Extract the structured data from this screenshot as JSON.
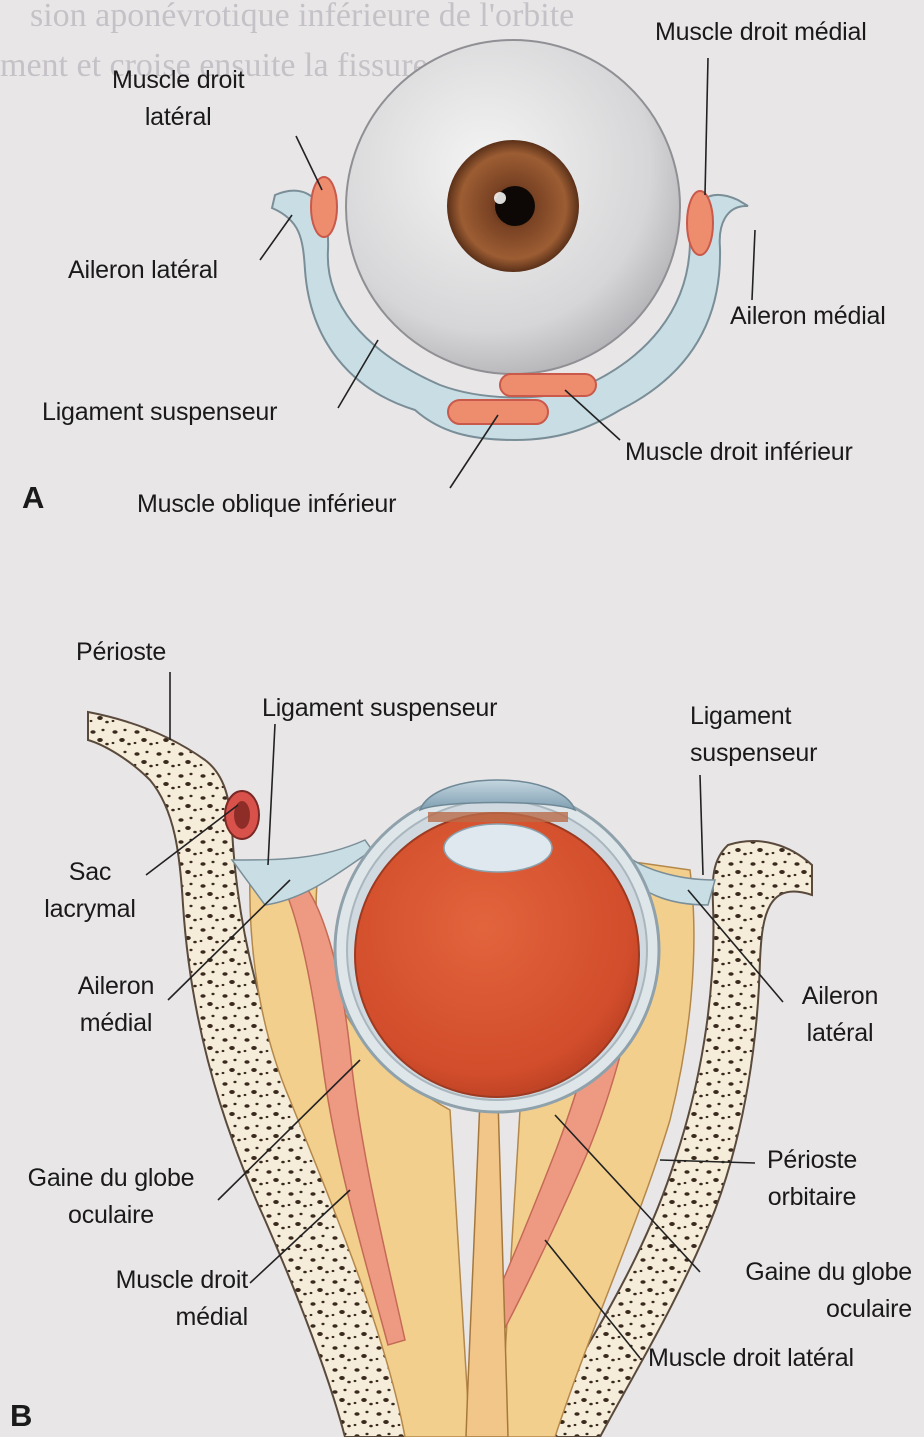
{
  "panel_a": {
    "letter": "A",
    "labels": {
      "muscle_droit_lateral": [
        "Muscle droit",
        "latéral"
      ],
      "muscle_droit_medial": "Muscle droit médial",
      "aileron_lateral": "Aileron latéral",
      "aileron_medial": "Aileron médial",
      "ligament_suspenseur": "Ligament suspenseur",
      "muscle_droit_inferieur": "Muscle droit inférieur",
      "muscle_oblique_inferieur": "Muscle oblique inférieur"
    }
  },
  "panel_b": {
    "letter": "B",
    "labels": {
      "perioste": "Périoste",
      "ligament_suspenseur_top": "Ligament suspenseur",
      "ligament_suspenseur_right": [
        "Ligament",
        "suspenseur"
      ],
      "sac_lacrymal": [
        "Sac",
        "lacrymal"
      ],
      "aileron_medial": [
        "Aileron",
        "médial"
      ],
      "aileron_lateral": [
        "Aileron",
        "latéral"
      ],
      "gaine_globe_left": [
        "Gaine du globe",
        "oculaire"
      ],
      "perioste_orbitaire": [
        "Périoste",
        "orbitaire"
      ],
      "muscle_droit_medial": [
        "Muscle droit",
        "médial"
      ],
      "gaine_globe_right": [
        "Gaine du globe",
        "oculaire"
      ],
      "muscle_droit_lateral": "Muscle droit latéral"
    }
  },
  "colors": {
    "background": "#e9e6e8",
    "sclera": "#dcdcdc",
    "iris": "#8a4f2a",
    "muscle": "#ee8c6e",
    "ligament": "#c9dde4",
    "fat": "#f3cf8e",
    "globe_interior": "#d9522f",
    "bone": "#f6eede"
  }
}
